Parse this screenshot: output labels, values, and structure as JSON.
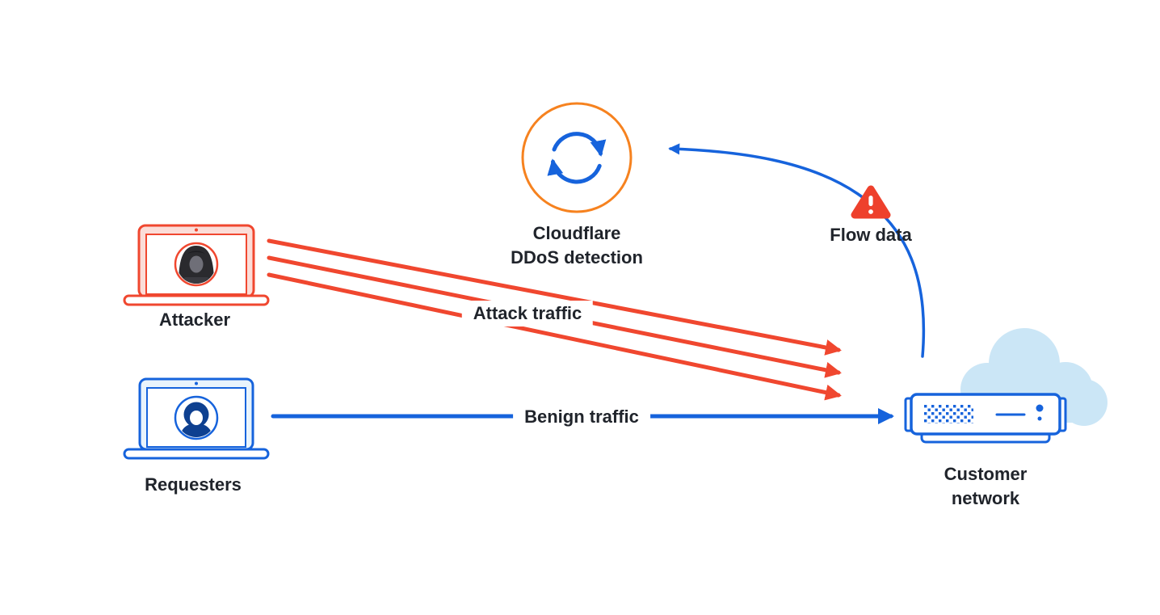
{
  "diagram": {
    "nodes": {
      "cloudflare_ddos_detection": {
        "label_line1": "Cloudflare",
        "label_line2": "DDoS detection",
        "icon": "sync-icon",
        "accent_color": "#F6821F"
      },
      "flow_data": {
        "label": "Flow data",
        "icon": "warning-icon",
        "accent_color": "#EE402C"
      },
      "attacker": {
        "label": "Attacker",
        "icon": "laptop-attacker-icon",
        "accent_color": "#F0472F"
      },
      "requesters": {
        "label": "Requesters",
        "icon": "laptop-requester-icon",
        "accent_color": "#1663DC"
      },
      "customer_network": {
        "label_line1": "Customer",
        "label_line2": "network",
        "icon": "server-icon",
        "accent_color": "#1663DC"
      }
    },
    "edges": {
      "attack_traffic": {
        "label": "Attack traffic",
        "from": "attacker",
        "to": "customer_network",
        "color": "#F0472F",
        "line_count": 3
      },
      "benign_traffic": {
        "label": "Benign traffic",
        "from": "requesters",
        "to": "customer_network",
        "color": "#1663DC"
      },
      "flow_data_feed": {
        "from": "customer_network",
        "to": "cloudflare_ddos_detection",
        "color": "#1663DC"
      }
    },
    "colors": {
      "background": "#FFFFFF",
      "text": "#20242B",
      "red": "#F0472F",
      "blue": "#1663DC",
      "orange": "#F6821F",
      "cloud": "#CBE6F6",
      "attacker_bezel": "#FBDDD8",
      "requester_bezel": "#E9F4FC",
      "avatar_navy": "#0E4090",
      "hood_dark": "#2A2A2E"
    }
  }
}
